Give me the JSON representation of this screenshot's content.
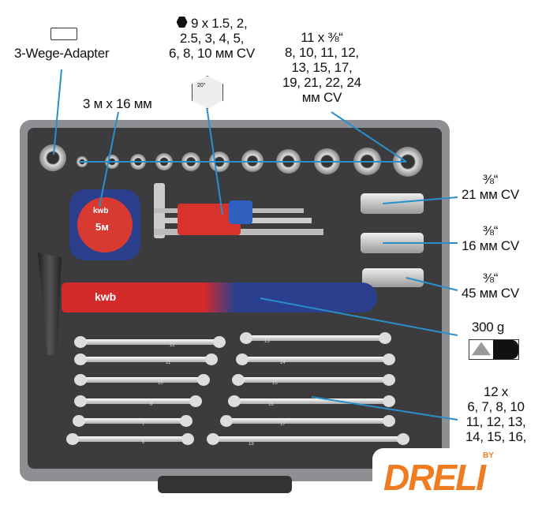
{
  "labels": {
    "adapter": "3-Wege-Adapter",
    "tape": "3 м x 16 мм",
    "hex_keys": [
      "9 x 1.5, 2,",
      "2.5, 3, 4, 5,",
      "6, 8, 10 мм CV"
    ],
    "sockets": [
      "11 x ⅜“",
      "8, 10, 11, 12,",
      "13, 15, 17,",
      "19, 21, 22, 24",
      "мм CV"
    ],
    "socket_21": [
      "⅜“",
      "21 мм CV"
    ],
    "socket_16": [
      "⅜“",
      "16 мм CV"
    ],
    "socket_45": [
      "⅜“",
      "45 мм CV"
    ],
    "hammer": "300 g",
    "wrenches": [
      "12 x",
      "6, 7, 8, 10",
      "11, 12, 13,",
      "14, 15, 16,"
    ],
    "hex_angle": "20°"
  },
  "tools": {
    "tape_brand": "kwb",
    "tape_length": "5м",
    "hammer_brand": "kwb",
    "wrench_sizes_left": [
      "12",
      "11",
      "10",
      "8",
      "7",
      "6"
    ],
    "wrench_sizes_right": [
      "13",
      "14",
      "15",
      "16",
      "17",
      "19"
    ]
  },
  "logo": {
    "text": "DRELI",
    "by": "BY"
  },
  "colors": {
    "callout": "#2a8fc9",
    "logo": "#f07c22",
    "case_interior": "#3c3c3e"
  }
}
